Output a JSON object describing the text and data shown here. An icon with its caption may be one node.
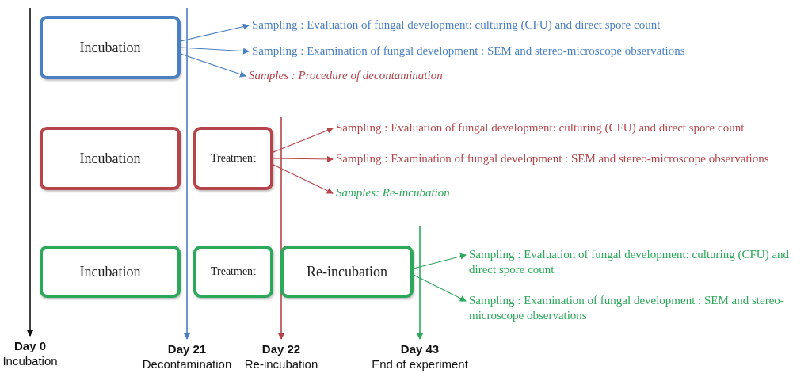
{
  "diagram": {
    "nodes": [
      {
        "text": [
          "Incubation"
        ]
      },
      {
        "text": [
          "Sampling : Evaluation of fungal development: culturing (CFU) and direct spore count"
        ]
      },
      {
        "text": [
          "Sampling : Examination of fungal development : SEM and stereo-microscope observations"
        ]
      },
      {
        "text": [
          "Samples : Procedure of decontamination"
        ]
      },
      {
        "text": [
          "Incubation"
        ]
      },
      {
        "text": [
          "Treatment"
        ]
      },
      {
        "text": [
          "Sampling : Evaluation of fungal development: culturing (CFU) and direct spore count"
        ]
      },
      {
        "text": [
          "Sampling : Examination of fungal development : SEM and stereo-microscope observations"
        ]
      },
      {
        "text": [
          "Samples: Re-incubation"
        ]
      },
      {
        "text": [
          "Incubation"
        ]
      },
      {
        "text": [
          "Treatment"
        ]
      },
      {
        "text": [
          "Re-incubation"
        ]
      },
      {
        "text": [
          "Sampling : Evaluation of fungal development: culturing (CFU) and direct spore count"
        ]
      },
      {
        "text": [
          "Sampling : Examination of fungal development : SEM and stereo-microscope observations"
        ]
      },
      {
        "text": [
          "Day 0",
          "Incubation"
        ]
      },
      {
        "text": [
          "Day 21",
          "Decontamination"
        ]
      },
      {
        "text": [
          "Day 22",
          "Re-incubation"
        ]
      },
      {
        "text": [
          "Day 43",
          "End of experiment"
        ]
      }
    ],
    "edges": [
      {
        "from": 0,
        "to": 1,
        "arrow": "to",
        "color": "#4a7fc1"
      },
      {
        "from": 0,
        "to": 2,
        "arrow": "to",
        "color": "#4a7fc1"
      },
      {
        "from": 0,
        "to": 3,
        "arrow": "to",
        "color": "#4a7fc1"
      },
      {
        "from": 5,
        "to": 6,
        "arrow": "to",
        "color": "#b5454a"
      },
      {
        "from": 5,
        "to": 7,
        "arrow": "to",
        "color": "#b5454a"
      },
      {
        "from": 5,
        "to": 8,
        "arrow": "to",
        "color": "#b5454a"
      },
      {
        "from": 11,
        "to": 12,
        "arrow": "to",
        "color": "#2ca85a"
      },
      {
        "from": 11,
        "to": 13,
        "arrow": "to",
        "color": "#2ca85a"
      },
      {
        "from": null,
        "to": 14,
        "arrow": "to",
        "color": "#111111"
      },
      {
        "from": null,
        "to": 15,
        "arrow": "to",
        "color": "#4a7fc1"
      },
      {
        "from": null,
        "to": 16,
        "arrow": "to",
        "color": "#b5454a"
      },
      {
        "from": null,
        "to": 17,
        "arrow": "to",
        "color": "#2ca85a"
      }
    ]
  }
}
